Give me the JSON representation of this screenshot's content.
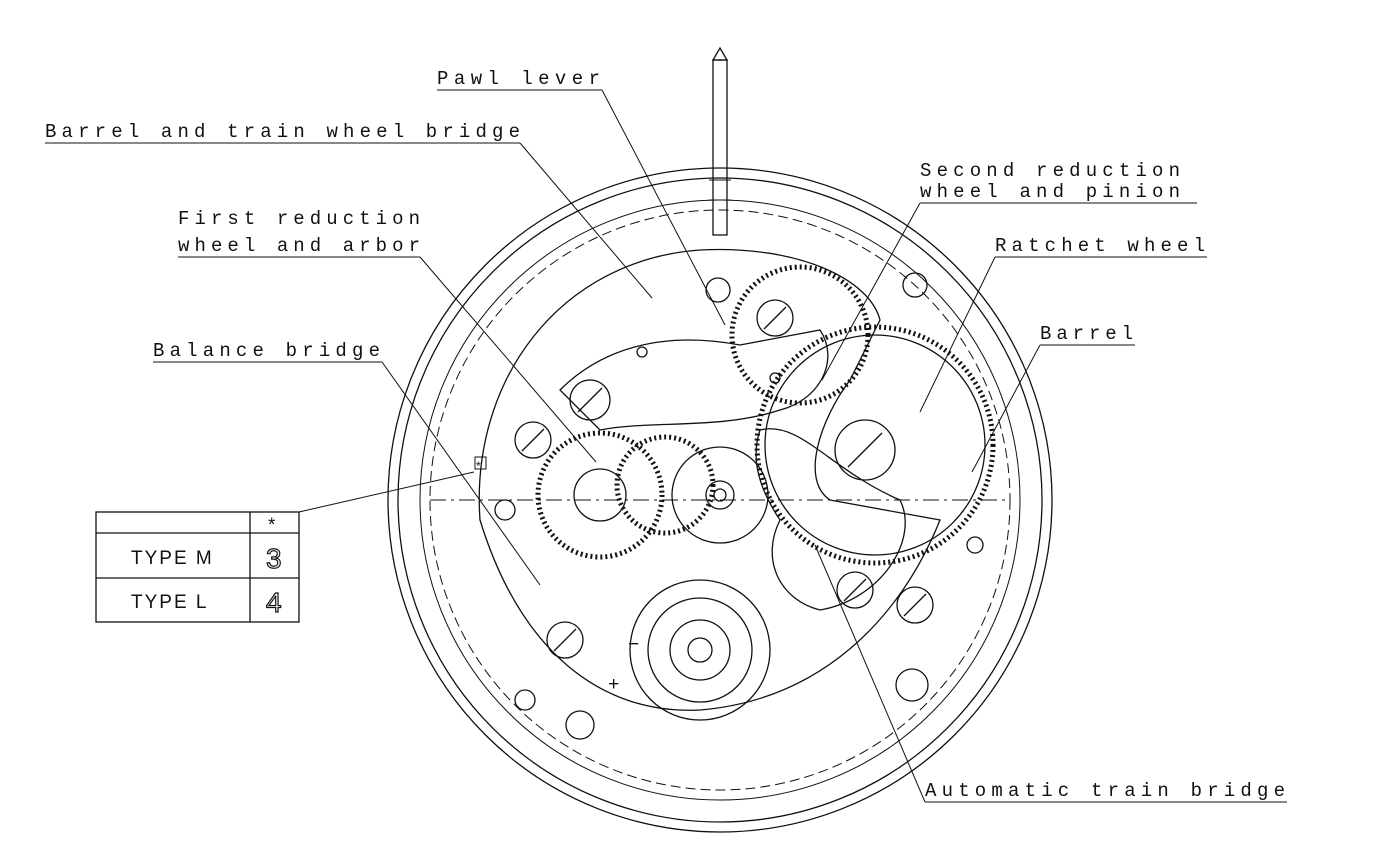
{
  "labels": {
    "pawl_lever": "Pawl lever",
    "barrel_bridge": "Barrel and train wheel bridge",
    "second_reduction_1": "Second reduction",
    "second_reduction_2": "wheel and pinion",
    "first_reduction_1": "First reduction",
    "first_reduction_2": "wheel and arbor",
    "ratchet_wheel": "Ratchet wheel",
    "barrel": "Barrel",
    "balance_bridge": "Balance bridge",
    "automatic_train_bridge": "Automatic train bridge"
  },
  "table": {
    "header_symbol": "*",
    "rows": [
      {
        "type": "TYPE M",
        "value": "3"
      },
      {
        "type": "TYPE L",
        "value": "4"
      }
    ]
  },
  "marker_symbol": "*",
  "regulator_marks": {
    "plus": "+",
    "minus": "−"
  }
}
